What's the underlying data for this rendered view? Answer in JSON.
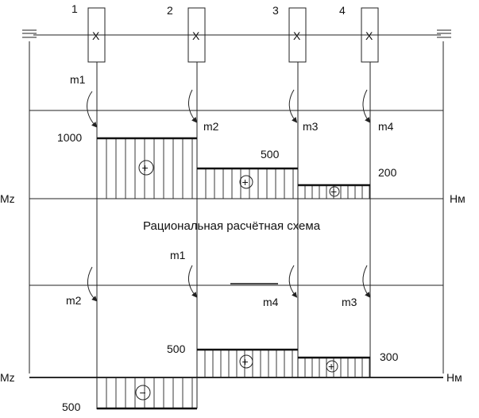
{
  "shaft": {
    "pulley_numbers": [
      "1",
      "2",
      "3",
      "4"
    ],
    "pulley_mark": "X"
  },
  "diagram_top": {
    "moment_labels": [
      "m1",
      "m2",
      "m3",
      "m4"
    ],
    "values": [
      "1000",
      "500",
      "200"
    ],
    "signs": [
      "+",
      "+",
      "+"
    ],
    "axis_left": "Mz",
    "axis_right": "Нм"
  },
  "caption": "Рациональная расчётная схема",
  "diagram_bottom": {
    "moment_labels": [
      "m2",
      "m1",
      "m4",
      "m3"
    ],
    "values": [
      "500",
      "500",
      "300"
    ],
    "signs": [
      "−",
      "+",
      "+"
    ],
    "axis_left": "Mz",
    "axis_right": "Нм"
  }
}
